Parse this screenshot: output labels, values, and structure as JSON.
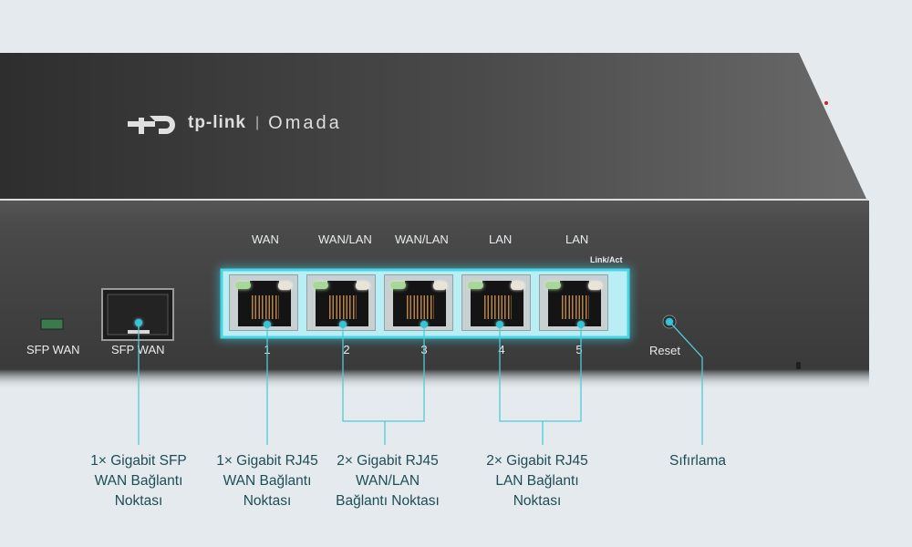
{
  "product": {
    "brand": "tp-link",
    "separator": "|",
    "sub_brand": "Omada"
  },
  "front_panel": {
    "sfp_led_label": "SFP WAN",
    "sfp_port_label": "SFP WAN",
    "link_act_label": "Link/Act",
    "reset_label": "Reset",
    "ports": [
      {
        "number": "1",
        "type_label": "WAN"
      },
      {
        "number": "2",
        "type_label": "WAN/LAN"
      },
      {
        "number": "3",
        "type_label": "WAN/LAN"
      },
      {
        "number": "4",
        "type_label": "LAN"
      },
      {
        "number": "5",
        "type_label": "LAN"
      }
    ]
  },
  "callouts": [
    {
      "id": "sfp",
      "text": "1× Gigabit SFP\nWAN Bağlantı\nNoktası"
    },
    {
      "id": "wan",
      "text": "1× Gigabit RJ45\nWAN Bağlantı\nNoktası"
    },
    {
      "id": "wanlan",
      "text": "2× Gigabit RJ45\nWAN/LAN\nBağlantı Noktası"
    },
    {
      "id": "lan",
      "text": "2× Gigabit RJ45\nLAN Bağlantı\nNoktası"
    },
    {
      "id": "reset",
      "text": "Sıfırlama"
    }
  ],
  "colors": {
    "background": "#e4eaee",
    "device_top": "#4a4a4a",
    "device_front": "#3d3d3d",
    "accent_cyan": "#3cc6d6",
    "callout_text": "#1e4d55"
  }
}
